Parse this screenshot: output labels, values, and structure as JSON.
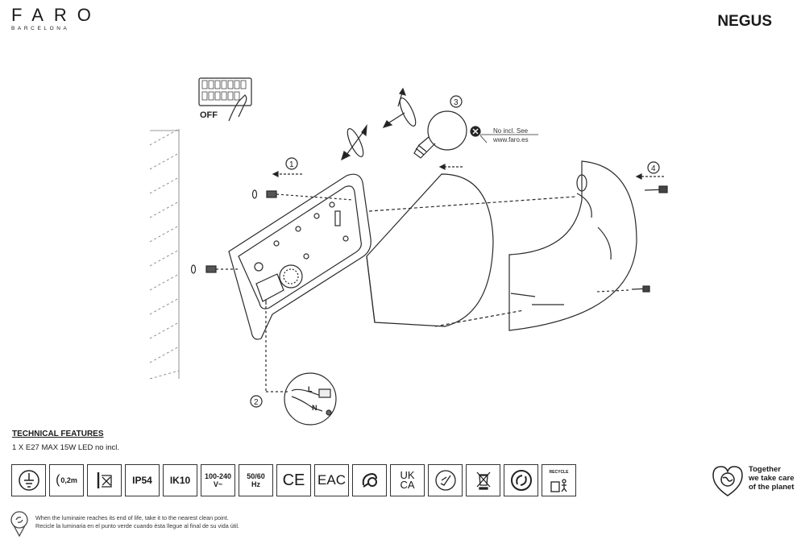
{
  "brand": {
    "name": "FARO",
    "sub": "BARCELONA"
  },
  "model": "NEGUS",
  "diagram": {
    "switch_label": "OFF",
    "steps": [
      "1",
      "2",
      "3",
      "4"
    ],
    "bulb_note": [
      "No incl. See",
      "www.faro.es"
    ],
    "wire_labels": [
      "L",
      "N"
    ]
  },
  "technical": {
    "title": "TECHNICAL FEATURES",
    "spec": "1 X E27 MAX 15W LED no incl."
  },
  "icons": [
    {
      "name": "earth-ground-icon",
      "text": ""
    },
    {
      "name": "distance-icon",
      "text": "0,2m"
    },
    {
      "name": "insulation-icon",
      "text": ""
    },
    {
      "name": "ip-rating",
      "text": "IP54"
    },
    {
      "name": "ik-rating",
      "text": "IK10"
    },
    {
      "name": "voltage",
      "text": "100-240",
      "text2": "V~"
    },
    {
      "name": "frequency",
      "text": "50/60",
      "text2": "Hz"
    },
    {
      "name": "ce-mark-icon",
      "text": "CE"
    },
    {
      "name": "eac-mark-icon",
      "text": "EAC"
    },
    {
      "name": "class-icon",
      "text": ""
    },
    {
      "name": "ukca-mark-icon",
      "text": "UK",
      "text2": "CA"
    },
    {
      "name": "rohs-icon",
      "text": ""
    },
    {
      "name": "weee-bin-icon",
      "text": ""
    },
    {
      "name": "green-dot-icon",
      "text": ""
    },
    {
      "name": "recycle-icon",
      "text": "RECYCLE"
    }
  ],
  "tagline": [
    "Together",
    "we take care",
    "of the planet"
  ],
  "footer": [
    "When the luminaire reaches its end of life, take it to the nearest clean point.",
    "Recicle la luminaria en el punto verde cuando ésta llegue al final de su vida útil."
  ]
}
